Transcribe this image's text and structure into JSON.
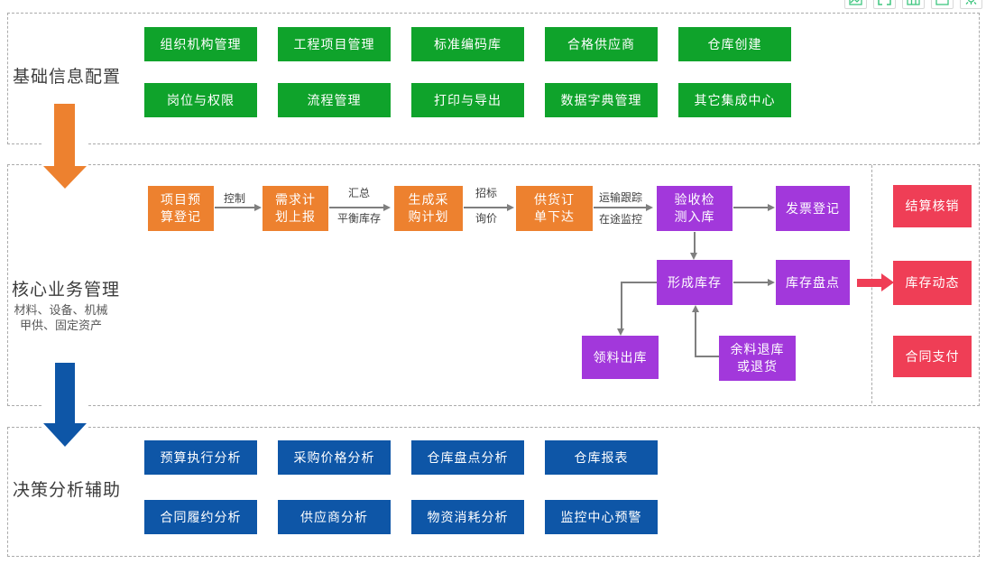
{
  "toolbar": {
    "buttons": [
      "image-icon",
      "fullscreen-icon",
      "grid-icon",
      "window-icon",
      "settings-icon"
    ]
  },
  "sections": {
    "basic": {
      "title": "基础信息配置",
      "rows": [
        [
          "组织机构管理",
          "工程项目管理",
          "标准编码库",
          "合格供应商",
          "仓库创建"
        ],
        [
          "岗位与权限",
          "流程管理",
          "打印与导出",
          "数据字典管理",
          "其它集成中心"
        ]
      ]
    },
    "core": {
      "title": "核心业务管理",
      "subtitles": [
        "材料、设备、机械",
        "甲供、固定资产"
      ],
      "flow": {
        "budget": "项目预\n算登记",
        "demand": "需求计\n划上报",
        "purchase_plan": "生成采\n购计划",
        "supply_order": "供货订\n单下达",
        "inspection": "验收检\n测入库",
        "invoice": "发票登记",
        "stock_formed": "形成库存",
        "stock_count": "库存盘点",
        "material_issue": "领料出库",
        "surplus_return": "余料退库\n或退货"
      },
      "connector_labels": {
        "control": "控制",
        "summary": "汇总",
        "balance": "平衡库存",
        "bidding": "招标",
        "inquiry": "询价",
        "transport": "运输跟踪",
        "transit": "在途监控"
      },
      "right_column": [
        "结算核销",
        "库存动态",
        "合同支付"
      ]
    },
    "decision": {
      "title": "决策分析辅助",
      "rows": [
        [
          "预算执行分析",
          "采购价格分析",
          "仓库盘点分析",
          "仓库报表"
        ],
        [
          "合同履约分析",
          "供应商分析",
          "物资消耗分析",
          "监控中心预警"
        ]
      ]
    }
  },
  "colors": {
    "green": "#0FA32B",
    "orange": "#ED812F",
    "purple": "#A238DB",
    "red": "#EF3E56",
    "blue": "#0E56A7",
    "arrow_gray": "#7F7F7F",
    "icon_green": "#3EC57F",
    "dash_border": "#ABABAB"
  }
}
